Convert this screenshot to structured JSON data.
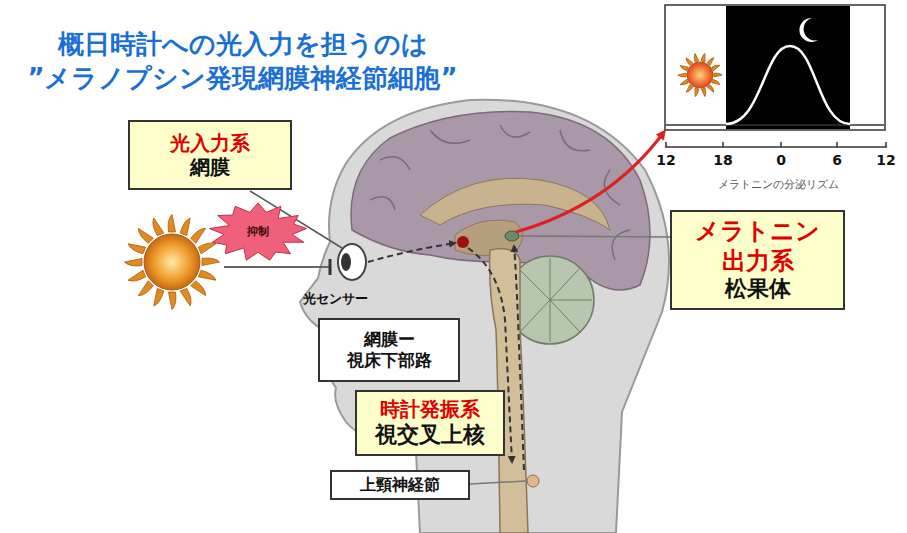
{
  "diagram": {
    "title": "概日時計への光入力を担うのは ”メラノプシン発現網膜神経節細胞”",
    "nodes": [
      {
        "text": [
          "光入力系",
          "網膜"
        ]
      },
      {
        "text": [
          "メラトニン 出力系",
          "松果体"
        ]
      },
      {
        "text": [
          "抑制"
        ]
      },
      {
        "text": [
          "網膜ー 視床下部路"
        ]
      },
      {
        "text": [
          "時計発振系",
          "視交叉上核"
        ]
      },
      {
        "text": [
          "上頸神経節"
        ]
      }
    ],
    "labels": [
      "光センサー",
      "12",
      "18",
      "0",
      "6",
      "12",
      "メラトニンの分泌リズム"
    ]
  }
}
